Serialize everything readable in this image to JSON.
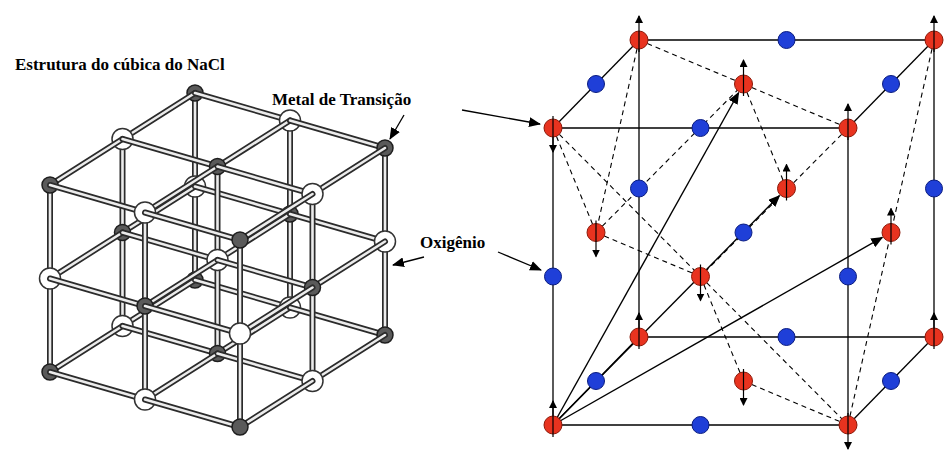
{
  "diagram": {
    "labels": [
      "Estrutura do cúbica do NaCl",
      "Metal de Transição",
      "Oxigênio"
    ]
  }
}
